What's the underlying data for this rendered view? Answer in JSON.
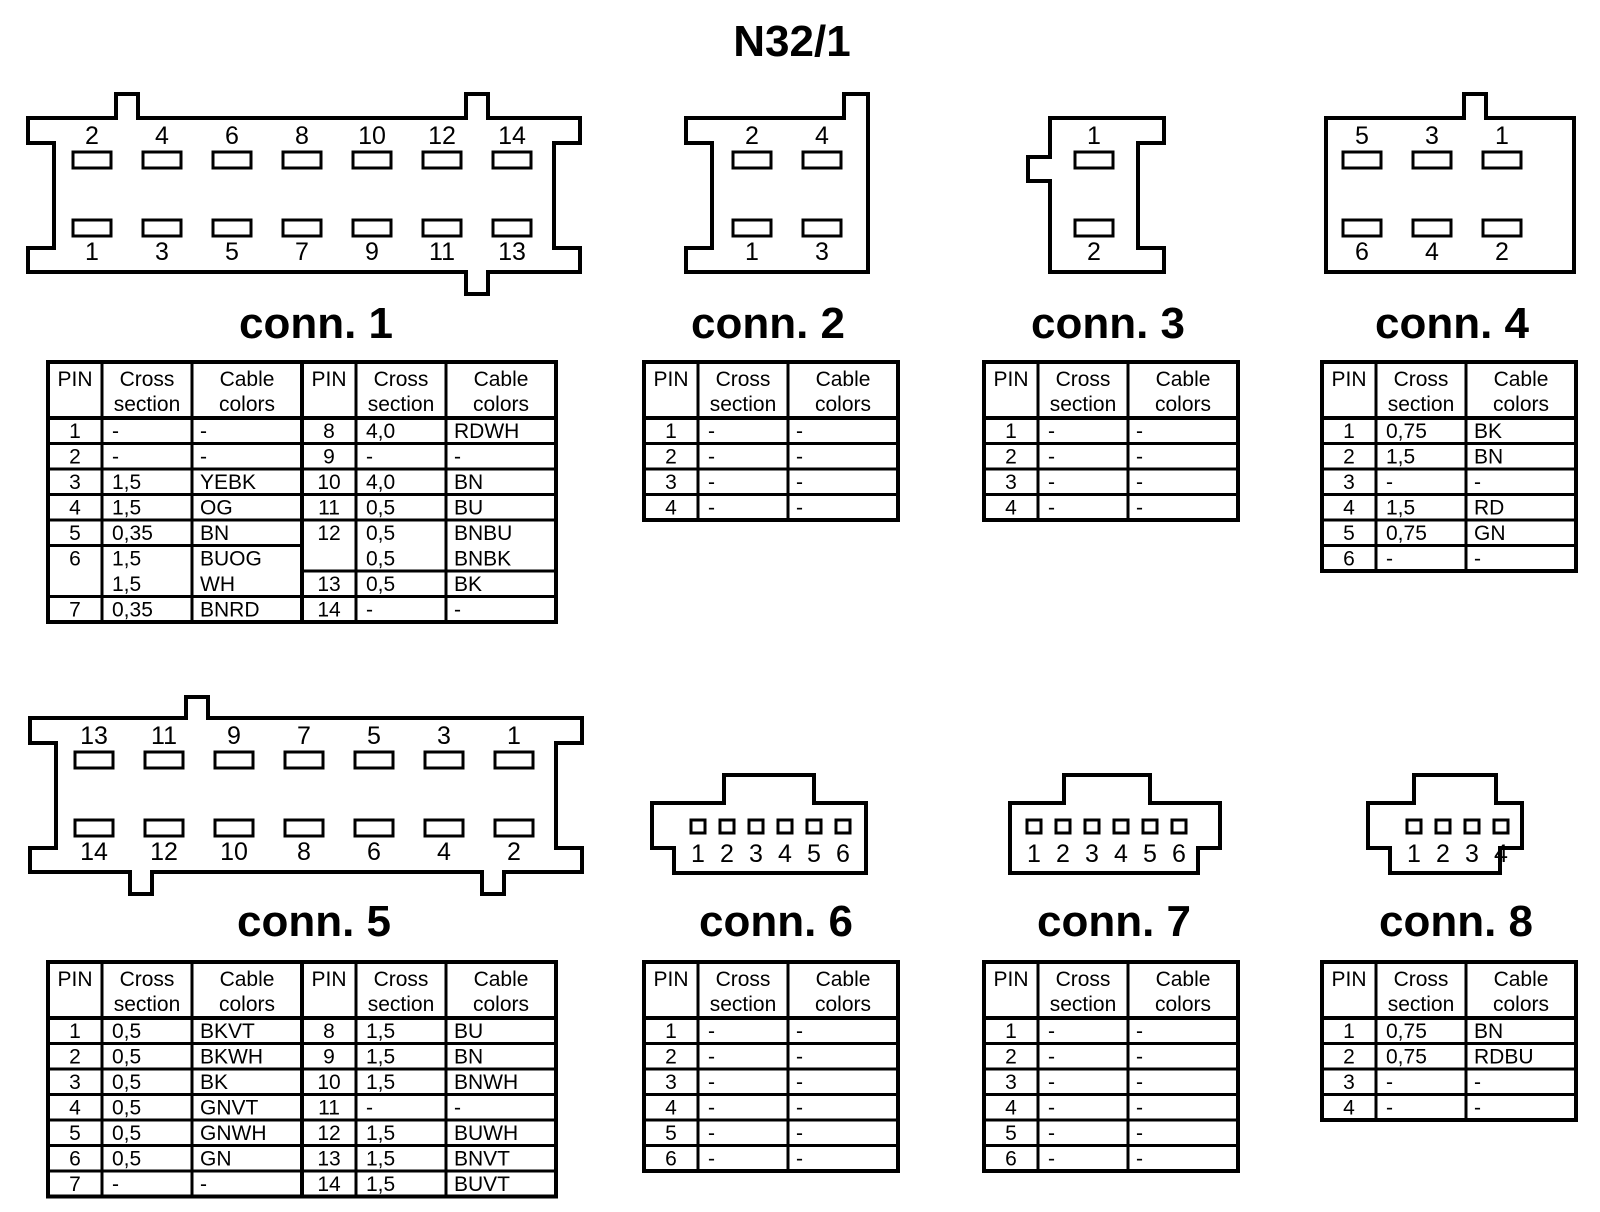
{
  "title": "N32/1",
  "table_headers": {
    "pin": "PIN",
    "cross": [
      "Cross",
      "section"
    ],
    "colors": [
      "Cable",
      "colors"
    ]
  },
  "connectors": [
    {
      "id": 1,
      "label": "conn. 1",
      "top_pins": [
        "2",
        "4",
        "6",
        "8",
        "10",
        "12",
        "14"
      ],
      "bottom_pins": [
        "1",
        "3",
        "5",
        "7",
        "9",
        "11",
        "13"
      ],
      "rows_left": [
        {
          "pin": "1",
          "cross": [
            "-"
          ],
          "colors": [
            "-"
          ]
        },
        {
          "pin": "2",
          "cross": [
            "-"
          ],
          "colors": [
            "-"
          ]
        },
        {
          "pin": "3",
          "cross": [
            "1,5"
          ],
          "colors": [
            "YEBK"
          ]
        },
        {
          "pin": "4",
          "cross": [
            "1,5"
          ],
          "colors": [
            "OG"
          ]
        },
        {
          "pin": "5",
          "cross": [
            "0,35"
          ],
          "colors": [
            "BN"
          ]
        },
        {
          "pin": "6",
          "cross": [
            "1,5",
            "1,5"
          ],
          "colors": [
            "BUOG",
            "WH"
          ]
        },
        {
          "pin": "7",
          "cross": [
            "0,35"
          ],
          "colors": [
            "BNRD"
          ]
        }
      ],
      "rows_right": [
        {
          "pin": "8",
          "cross": [
            "4,0"
          ],
          "colors": [
            "RDWH"
          ]
        },
        {
          "pin": "9",
          "cross": [
            "-"
          ],
          "colors": [
            "-"
          ]
        },
        {
          "pin": "10",
          "cross": [
            "4,0"
          ],
          "colors": [
            "BN"
          ]
        },
        {
          "pin": "11",
          "cross": [
            "0,5"
          ],
          "colors": [
            "BU"
          ]
        },
        {
          "pin": "12",
          "cross": [
            "0,5",
            "0,5"
          ],
          "colors": [
            "BNBU",
            "BNBK"
          ]
        },
        {
          "pin": "13",
          "cross": [
            "0,5"
          ],
          "colors": [
            "BK"
          ]
        },
        {
          "pin": "14",
          "cross": [
            "-"
          ],
          "colors": [
            "-"
          ]
        }
      ]
    },
    {
      "id": 2,
      "label": "conn. 2",
      "top_pins": [
        "2",
        "4"
      ],
      "bottom_pins": [
        "1",
        "3"
      ],
      "rows": [
        {
          "pin": "1",
          "cross": [
            "-"
          ],
          "colors": [
            "-"
          ]
        },
        {
          "pin": "2",
          "cross": [
            "-"
          ],
          "colors": [
            "-"
          ]
        },
        {
          "pin": "3",
          "cross": [
            "-"
          ],
          "colors": [
            "-"
          ]
        },
        {
          "pin": "4",
          "cross": [
            "-"
          ],
          "colors": [
            "-"
          ]
        }
      ]
    },
    {
      "id": 3,
      "label": "conn. 3",
      "top_pins": [
        "1"
      ],
      "bottom_pins": [
        "2"
      ],
      "rows": [
        {
          "pin": "1",
          "cross": [
            "-"
          ],
          "colors": [
            "-"
          ]
        },
        {
          "pin": "2",
          "cross": [
            "-"
          ],
          "colors": [
            "-"
          ]
        },
        {
          "pin": "3",
          "cross": [
            "-"
          ],
          "colors": [
            "-"
          ]
        },
        {
          "pin": "4",
          "cross": [
            "-"
          ],
          "colors": [
            "-"
          ]
        }
      ]
    },
    {
      "id": 4,
      "label": "conn. 4",
      "top_pins": [
        "5",
        "3",
        "1"
      ],
      "bottom_pins": [
        "6",
        "4",
        "2"
      ],
      "rows": [
        {
          "pin": "1",
          "cross": [
            "0,75"
          ],
          "colors": [
            "BK"
          ]
        },
        {
          "pin": "2",
          "cross": [
            "1,5"
          ],
          "colors": [
            "BN"
          ]
        },
        {
          "pin": "3",
          "cross": [
            "-"
          ],
          "colors": [
            "-"
          ]
        },
        {
          "pin": "4",
          "cross": [
            "1,5"
          ],
          "colors": [
            "RD"
          ]
        },
        {
          "pin": "5",
          "cross": [
            "0,75"
          ],
          "colors": [
            "GN"
          ]
        },
        {
          "pin": "6",
          "cross": [
            "-"
          ],
          "colors": [
            "-"
          ]
        }
      ]
    },
    {
      "id": 5,
      "label": "conn. 5",
      "top_pins": [
        "13",
        "11",
        "9",
        "7",
        "5",
        "3",
        "1"
      ],
      "bottom_pins": [
        "14",
        "12",
        "10",
        "8",
        "6",
        "4",
        "2"
      ],
      "rows_left": [
        {
          "pin": "1",
          "cross": [
            "0,5"
          ],
          "colors": [
            "BKVT"
          ]
        },
        {
          "pin": "2",
          "cross": [
            "0,5"
          ],
          "colors": [
            "BKWH"
          ]
        },
        {
          "pin": "3",
          "cross": [
            "0,5"
          ],
          "colors": [
            "BK"
          ]
        },
        {
          "pin": "4",
          "cross": [
            "0,5"
          ],
          "colors": [
            "GNVT"
          ]
        },
        {
          "pin": "5",
          "cross": [
            "0,5"
          ],
          "colors": [
            "GNWH"
          ]
        },
        {
          "pin": "6",
          "cross": [
            "0,5"
          ],
          "colors": [
            "GN"
          ]
        },
        {
          "pin": "7",
          "cross": [
            "-"
          ],
          "colors": [
            "-"
          ]
        }
      ],
      "rows_right": [
        {
          "pin": "8",
          "cross": [
            "1,5"
          ],
          "colors": [
            "BU"
          ]
        },
        {
          "pin": "9",
          "cross": [
            "1,5"
          ],
          "colors": [
            "BN"
          ]
        },
        {
          "pin": "10",
          "cross": [
            "1,5"
          ],
          "colors": [
            "BNWH"
          ]
        },
        {
          "pin": "11",
          "cross": [
            "-"
          ],
          "colors": [
            "-"
          ]
        },
        {
          "pin": "12",
          "cross": [
            "1,5"
          ],
          "colors": [
            "BUWH"
          ]
        },
        {
          "pin": "13",
          "cross": [
            "1,5"
          ],
          "colors": [
            "BNVT"
          ]
        },
        {
          "pin": "14",
          "cross": [
            "1,5"
          ],
          "colors": [
            "BUVT"
          ]
        }
      ]
    },
    {
      "id": 6,
      "label": "conn. 6",
      "pins": [
        "1",
        "2",
        "3",
        "4",
        "5",
        "6"
      ],
      "rows": [
        {
          "pin": "1",
          "cross": [
            "-"
          ],
          "colors": [
            "-"
          ]
        },
        {
          "pin": "2",
          "cross": [
            "-"
          ],
          "colors": [
            "-"
          ]
        },
        {
          "pin": "3",
          "cross": [
            "-"
          ],
          "colors": [
            "-"
          ]
        },
        {
          "pin": "4",
          "cross": [
            "-"
          ],
          "colors": [
            "-"
          ]
        },
        {
          "pin": "5",
          "cross": [
            "-"
          ],
          "colors": [
            "-"
          ]
        },
        {
          "pin": "6",
          "cross": [
            "-"
          ],
          "colors": [
            "-"
          ]
        }
      ]
    },
    {
      "id": 7,
      "label": "conn. 7",
      "pins": [
        "1",
        "2",
        "3",
        "4",
        "5",
        "6"
      ],
      "rows": [
        {
          "pin": "1",
          "cross": [
            "-"
          ],
          "colors": [
            "-"
          ]
        },
        {
          "pin": "2",
          "cross": [
            "-"
          ],
          "colors": [
            "-"
          ]
        },
        {
          "pin": "3",
          "cross": [
            "-"
          ],
          "colors": [
            "-"
          ]
        },
        {
          "pin": "4",
          "cross": [
            "-"
          ],
          "colors": [
            "-"
          ]
        },
        {
          "pin": "5",
          "cross": [
            "-"
          ],
          "colors": [
            "-"
          ]
        },
        {
          "pin": "6",
          "cross": [
            "-"
          ],
          "colors": [
            "-"
          ]
        }
      ]
    },
    {
      "id": 8,
      "label": "conn. 8",
      "pins": [
        "1",
        "2",
        "3",
        "4"
      ],
      "rows": [
        {
          "pin": "1",
          "cross": [
            "0,75"
          ],
          "colors": [
            "BN"
          ]
        },
        {
          "pin": "2",
          "cross": [
            "0,75"
          ],
          "colors": [
            "RDBU"
          ]
        },
        {
          "pin": "3",
          "cross": [
            "-"
          ],
          "colors": [
            "-"
          ]
        },
        {
          "pin": "4",
          "cross": [
            "-"
          ],
          "colors": [
            "-"
          ]
        }
      ]
    }
  ]
}
